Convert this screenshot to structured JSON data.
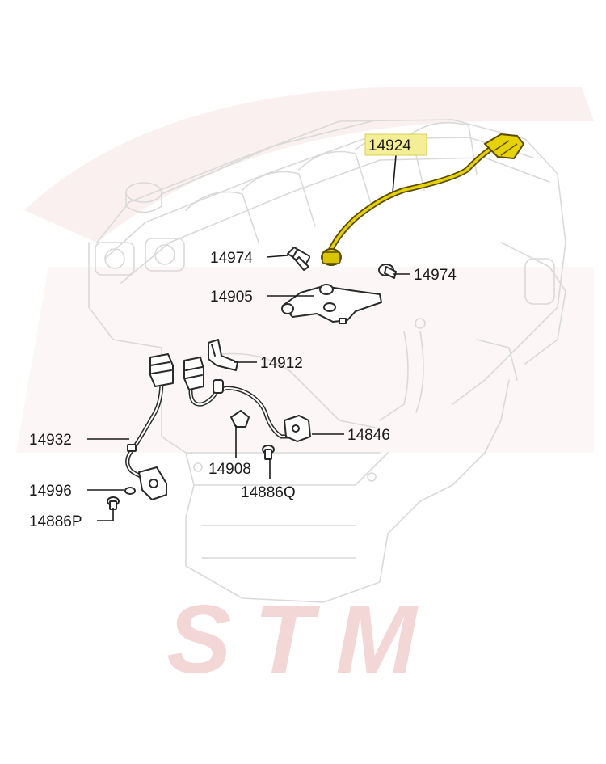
{
  "colors": {
    "highlight": "#f4ee96",
    "highlight_part": "#c9a800",
    "watermark": "#f3d6d6"
  },
  "watermark": {
    "text": "STM"
  },
  "labels": [
    {
      "id": "14924",
      "text": "14924",
      "highlighted": true
    },
    {
      "id": "14974a",
      "text": "14974"
    },
    {
      "id": "14974b",
      "text": "14974"
    },
    {
      "id": "14905",
      "text": "14905"
    },
    {
      "id": "14912",
      "text": "14912"
    },
    {
      "id": "14932",
      "text": "14932"
    },
    {
      "id": "14846",
      "text": "14846"
    },
    {
      "id": "14908",
      "text": "14908"
    },
    {
      "id": "14996",
      "text": "14996"
    },
    {
      "id": "14886Q",
      "text": "14886Q"
    },
    {
      "id": "14886P",
      "text": "14886P"
    }
  ]
}
